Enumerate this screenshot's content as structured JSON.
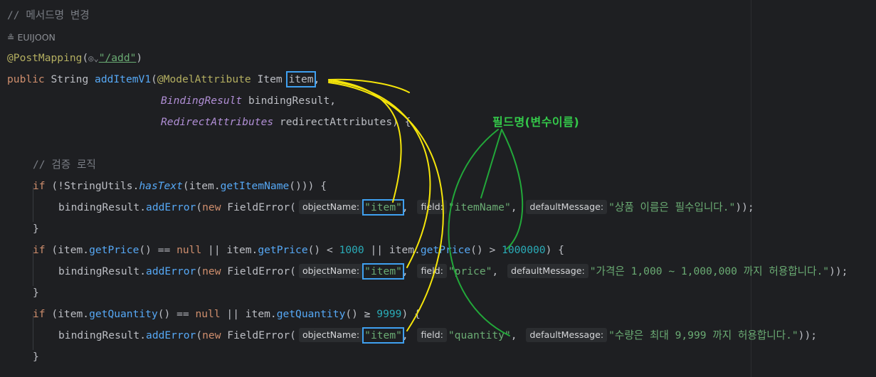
{
  "code": {
    "comment_rename": "// 메서드명 변경",
    "author": "EUIJOON",
    "annotation": "@PostMapping",
    "route": "\"/add\"",
    "kw_public": "public",
    "type_string": "String",
    "method_name": "addItemV1",
    "model_attr": "@ModelAttribute",
    "type_item": "Item",
    "param_item": "item",
    "type_binding": "BindingResult",
    "param_binding": "bindingResult,",
    "type_redirect": "RedirectAttributes",
    "param_redirect": "redirectAttributes",
    "comment_validation": "// 검증 로직",
    "kw_if": "if",
    "kw_new": "new",
    "kw_null": "null",
    "stringutils": "StringUtils",
    "hastext": "hasText",
    "get_item_name": "getItemName",
    "get_price": "getPrice",
    "get_quantity": "getQuantity",
    "add_error": "addError",
    "binding_result": "bindingResult",
    "field_error": "FieldError",
    "num_1000": "1000",
    "num_100000": "1000000",
    "num_9999": "9999",
    "hint_object": "objectName:",
    "hint_field": "field:",
    "hint_message": "defaultMessage:",
    "str_item": "\"item\"",
    "str_item_name": "\"itemName\"",
    "str_price": "\"price\"",
    "str_quantity": "\"quantity\"",
    "msg_name": "\"상품 이름은 필수입니다.\"",
    "msg_price": "\"가격은 1,000 ~ 1,000,000 까지 허용합니다.\"",
    "msg_quantity": "\"수량은 최대 9,999 까지 허용합니다.\""
  },
  "annotation_label": "필드명(변수이름)",
  "colors": {
    "background": "#1e1f22",
    "keyword": "#cf8e6d",
    "string": "#6aab73",
    "number": "#2aacb8",
    "method": "#56a8f5",
    "annotation": "#b3ae60",
    "highlight_box": "#3fa0f0",
    "yellow_arrows": "#f5e50a",
    "green_arrows": "#22a83a"
  }
}
